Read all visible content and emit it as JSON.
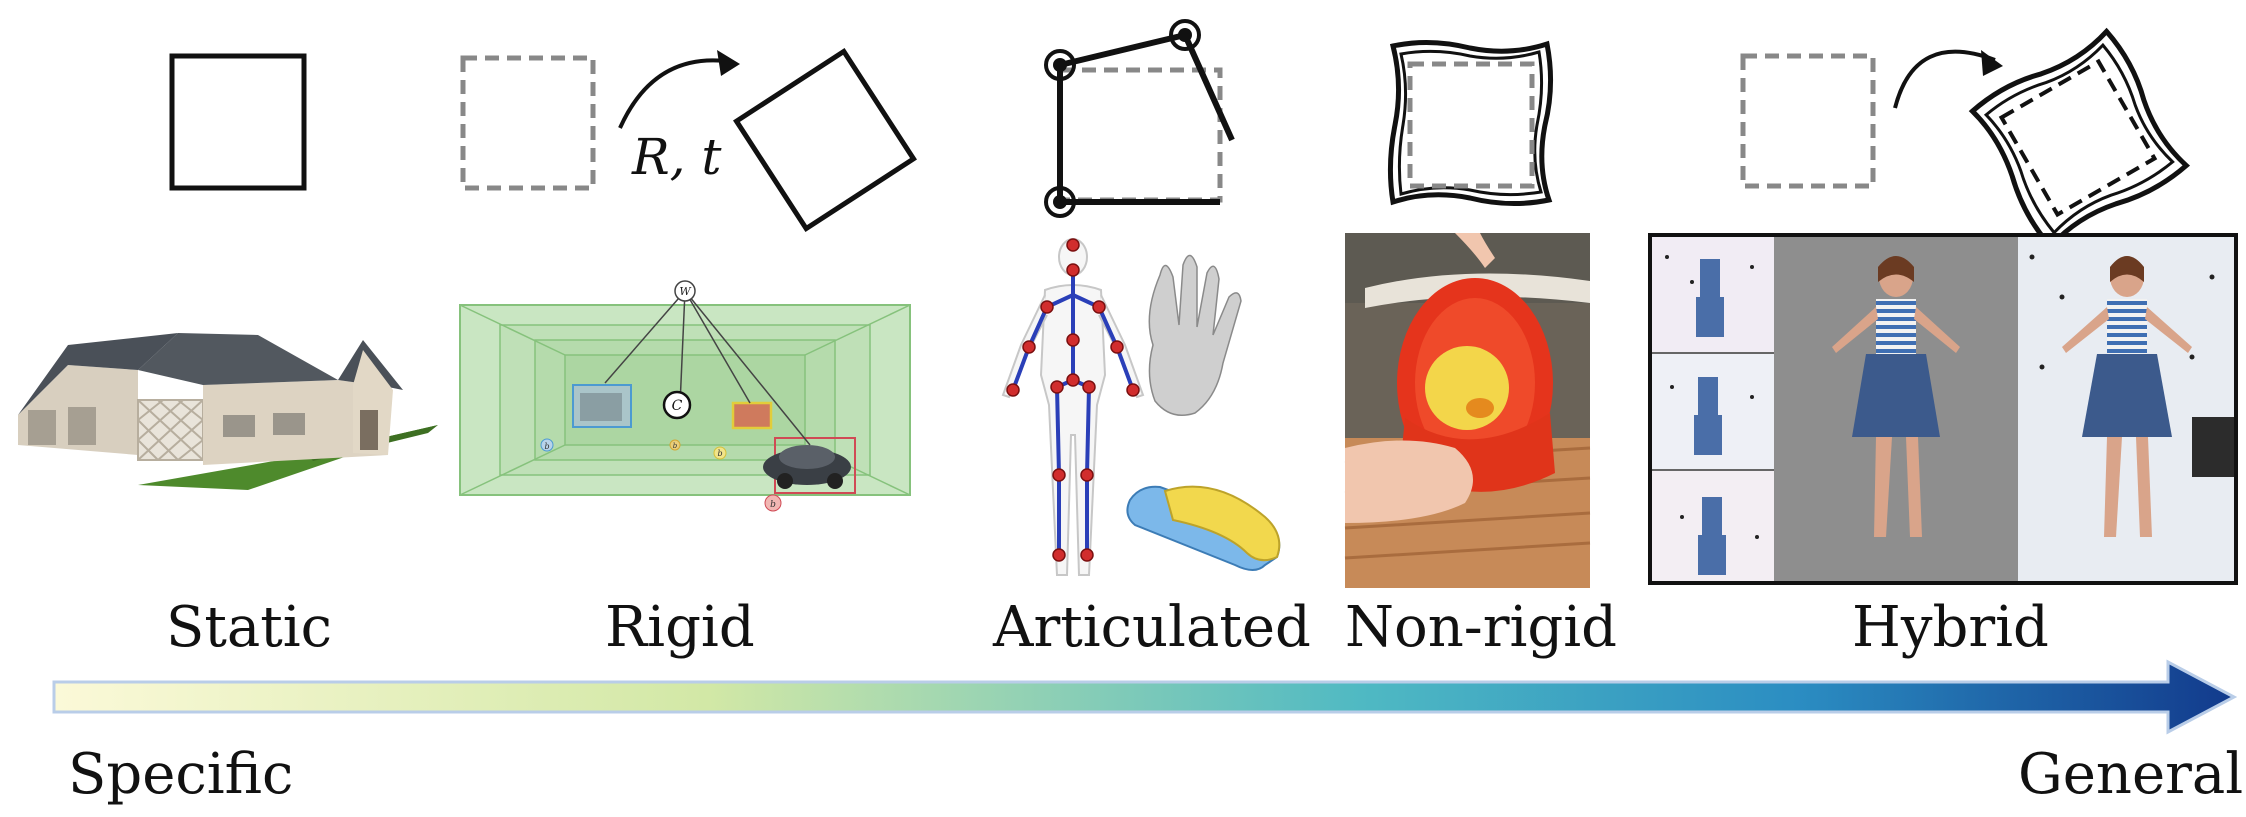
{
  "categories": [
    {
      "id": "static",
      "label": "Static"
    },
    {
      "id": "rigid",
      "label": "Rigid",
      "transform_label": "R, t"
    },
    {
      "id": "articulated",
      "label": "Articulated"
    },
    {
      "id": "non-rigid",
      "label": "Non-rigid"
    },
    {
      "id": "hybrid",
      "label": "Hybrid"
    }
  ],
  "axis": {
    "start_label": "Specific",
    "end_label": "General",
    "gradient_colors": [
      "#fbf9d8",
      "#d2e8a6",
      "#4fb9c3",
      "#2b8dc2",
      "#123a8c"
    ]
  },
  "rigid_scene_labels": {
    "world": "W",
    "camera": "C",
    "object_1": "b",
    "object_2": "b",
    "object_3": "b",
    "object_4": "b"
  }
}
